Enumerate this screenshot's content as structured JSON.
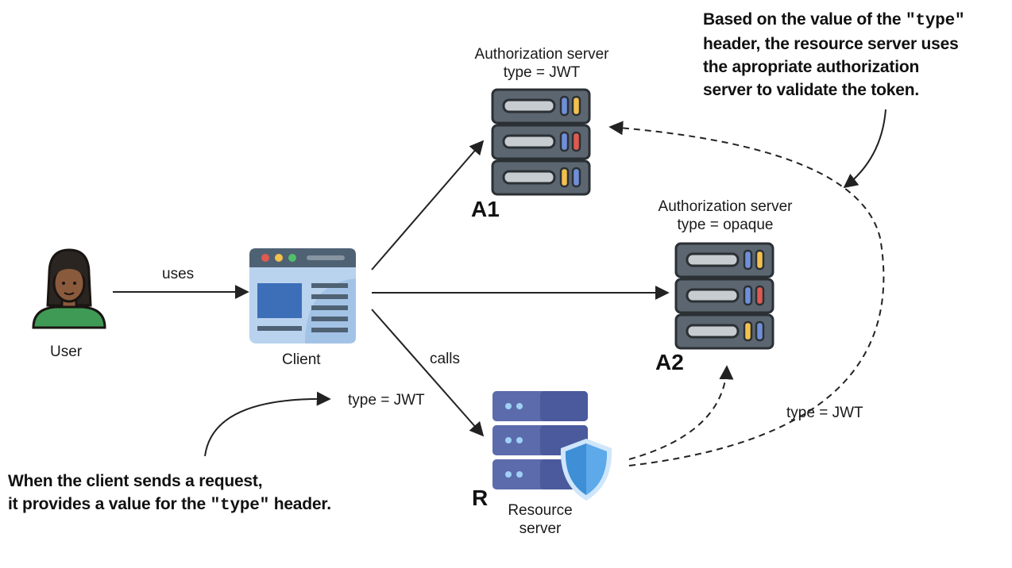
{
  "user": {
    "label": "User"
  },
  "client": {
    "label": "Client"
  },
  "edges": {
    "uses": "uses",
    "calls": "calls",
    "type_jwt_request": "type = JWT",
    "type_jwt_validate": "type = JWT"
  },
  "auth_jwt": {
    "title_line1": "Authorization server",
    "title_line2": "type = JWT",
    "id": "A1"
  },
  "auth_opaque": {
    "title_line1": "Authorization server",
    "title_line2": "type = opaque",
    "id": "A2"
  },
  "resource": {
    "label_line1": "Resource",
    "label_line2": "server",
    "id": "R"
  },
  "note_top": {
    "line1_pre": "Based on the value of the ",
    "line1_code": "\"type\"",
    "line2": "header, the resource server uses",
    "line3": "the apropriate authorization",
    "line4": "server to validate the token."
  },
  "note_bottom": {
    "line1": "When the client sends a request,",
    "line2_pre": "it provides a value for the ",
    "line2_code": "\"type\"",
    "line2_post": " header."
  },
  "colors": {
    "server_body": "#5c6670",
    "server_dark": "#3a4148",
    "led_blue": "#6f8fd8",
    "led_yellow": "#f2c14e",
    "led_red": "#e05a4f",
    "client_bg": "#b9d2ee",
    "client_header": "#4f6274",
    "resource_blue": "#4a5a9c",
    "shield_blue": "#5da9e9",
    "user_skin": "#8a5a3c",
    "user_shirt": "#3f9a55"
  }
}
